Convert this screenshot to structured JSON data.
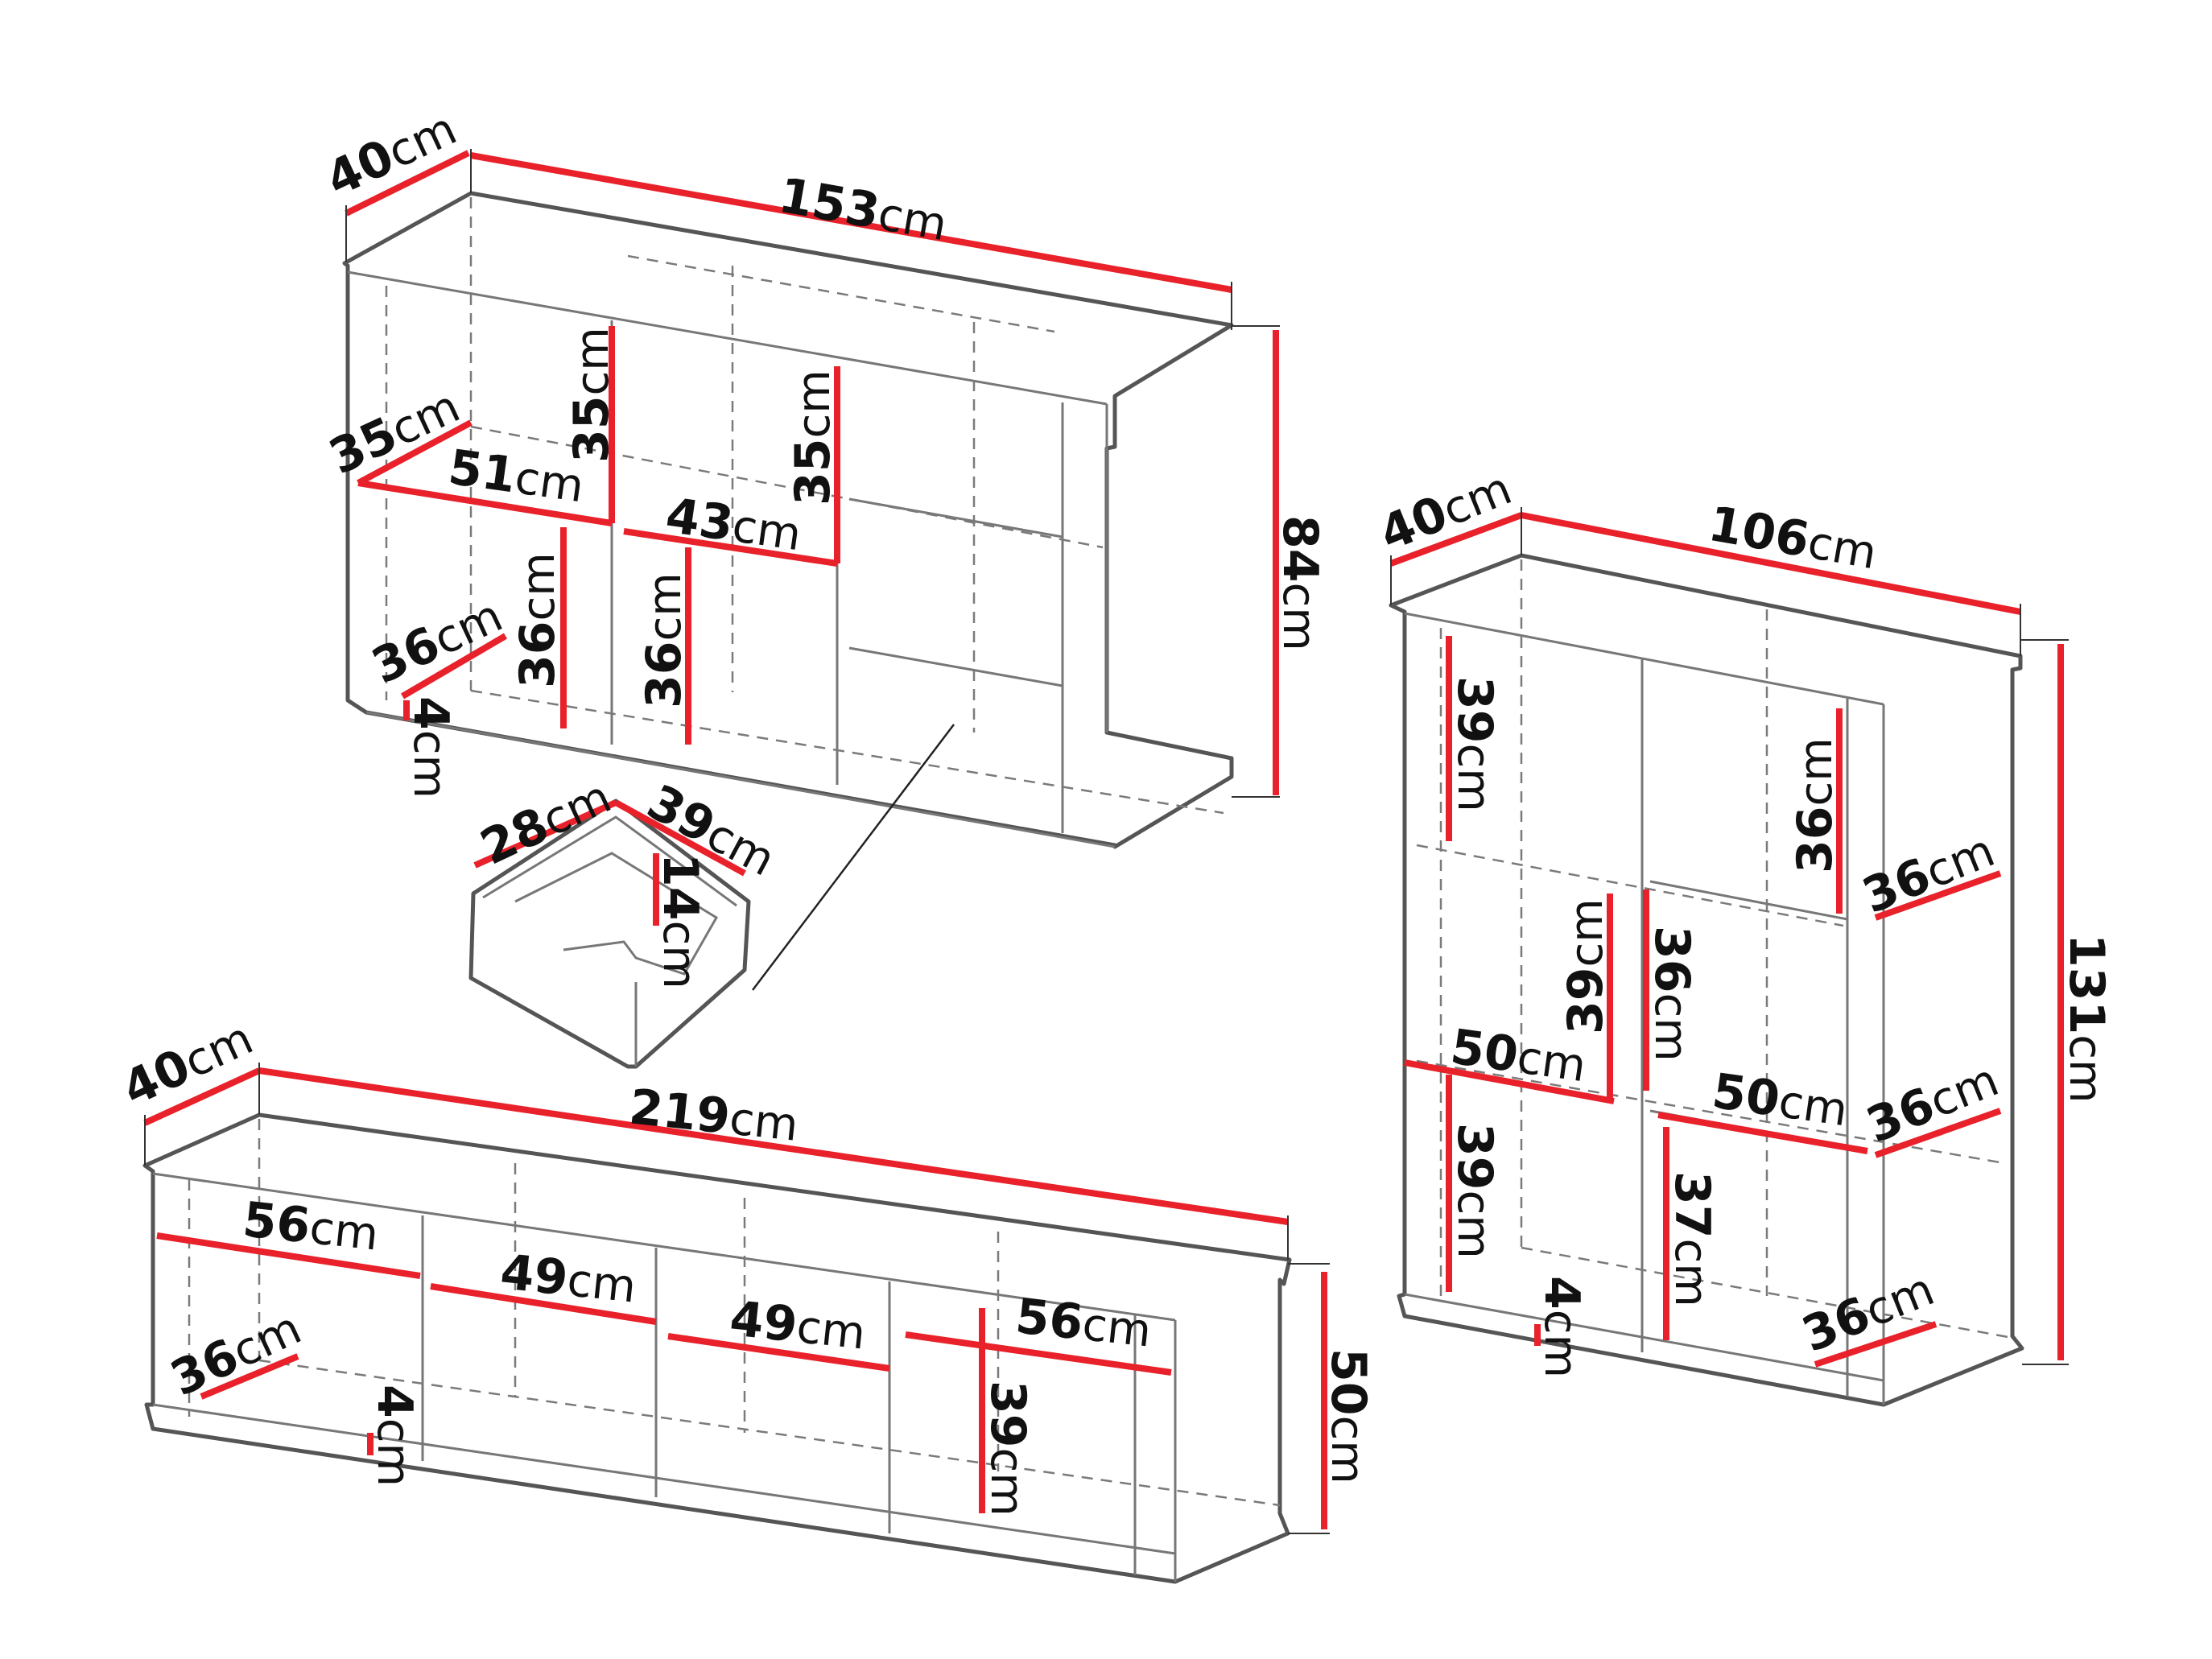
{
  "sideboard": {
    "depth": {
      "num": "40",
      "unit": "cm"
    },
    "width": {
      "num": "153",
      "unit": "cm"
    },
    "height": {
      "num": "84",
      "unit": "cm"
    },
    "left_shelf_depth": {
      "num": "35",
      "unit": "cm"
    },
    "left_upper_height": {
      "num": "35",
      "unit": "cm"
    },
    "left_shelf_width": {
      "num": "51",
      "unit": "cm"
    },
    "mid_upper_height": {
      "num": "35",
      "unit": "cm"
    },
    "mid_shelf_width": {
      "num": "43",
      "unit": "cm"
    },
    "left_lower_height": {
      "num": "36",
      "unit": "cm"
    },
    "mid_lower_height": {
      "num": "36",
      "unit": "cm"
    },
    "bottom_depth": {
      "num": "36",
      "unit": "cm"
    },
    "plinth": {
      "num": "4",
      "unit": "cm"
    }
  },
  "drawer": {
    "depth": {
      "num": "28",
      "unit": "cm"
    },
    "width": {
      "num": "39",
      "unit": "cm"
    },
    "height": {
      "num": "14",
      "unit": "cm"
    }
  },
  "tv_unit": {
    "depth": {
      "num": "40",
      "unit": "cm"
    },
    "width": {
      "num": "219",
      "unit": "cm"
    },
    "height": {
      "num": "50",
      "unit": "cm"
    },
    "comp1_width": {
      "num": "56",
      "unit": "cm"
    },
    "comp2_width": {
      "num": "49",
      "unit": "cm"
    },
    "comp3_width": {
      "num": "49",
      "unit": "cm"
    },
    "comp4_width": {
      "num": "56",
      "unit": "cm"
    },
    "inner_depth": {
      "num": "36",
      "unit": "cm"
    },
    "plinth": {
      "num": "4",
      "unit": "cm"
    },
    "inner_height": {
      "num": "39",
      "unit": "cm"
    }
  },
  "highboard": {
    "depth": {
      "num": "40",
      "unit": "cm"
    },
    "width": {
      "num": "106",
      "unit": "cm"
    },
    "height": {
      "num": "131",
      "unit": "cm"
    },
    "left_top_height": {
      "num": "39",
      "unit": "cm"
    },
    "right_top_height": {
      "num": "36",
      "unit": "cm"
    },
    "right_top_depth": {
      "num": "36",
      "unit": "cm"
    },
    "left_mid_height": {
      "num": "39",
      "unit": "cm"
    },
    "right_mid_height": {
      "num": "36",
      "unit": "cm"
    },
    "left_shelf_width": {
      "num": "50",
      "unit": "cm"
    },
    "right_shelf_width": {
      "num": "50",
      "unit": "cm"
    },
    "right_mid_depth": {
      "num": "36",
      "unit": "cm"
    },
    "left_bottom_height": {
      "num": "39",
      "unit": "cm"
    },
    "right_bottom_height": {
      "num": "37",
      "unit": "cm"
    },
    "plinth": {
      "num": "4",
      "unit": "cm"
    },
    "bottom_depth": {
      "num": "36",
      "unit": "cm"
    }
  }
}
